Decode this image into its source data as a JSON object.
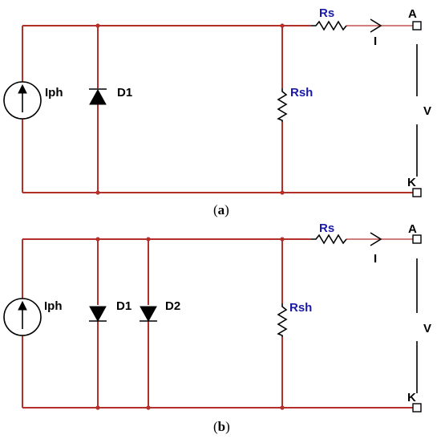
{
  "circuit_a": {
    "caption": {
      "open": "(",
      "letter": "a",
      "close": ")"
    },
    "labels": {
      "iph": "Iph",
      "d1": "D1",
      "rs": "Rs",
      "rsh": "Rsh",
      "a": "A",
      "k": "K",
      "i": "I",
      "v": "V"
    }
  },
  "circuit_b": {
    "caption": {
      "open": "(",
      "letter": "b",
      "close": ")"
    },
    "labels": {
      "iph": "Iph",
      "d1": "D1",
      "d2": "D2",
      "rs": "Rs",
      "rsh": "Rsh",
      "a": "A",
      "k": "K",
      "i": "I",
      "v": "V"
    }
  },
  "colors": {
    "wire": "#b5302a",
    "label_blue": "#1a1aa6",
    "component": "#000000"
  }
}
